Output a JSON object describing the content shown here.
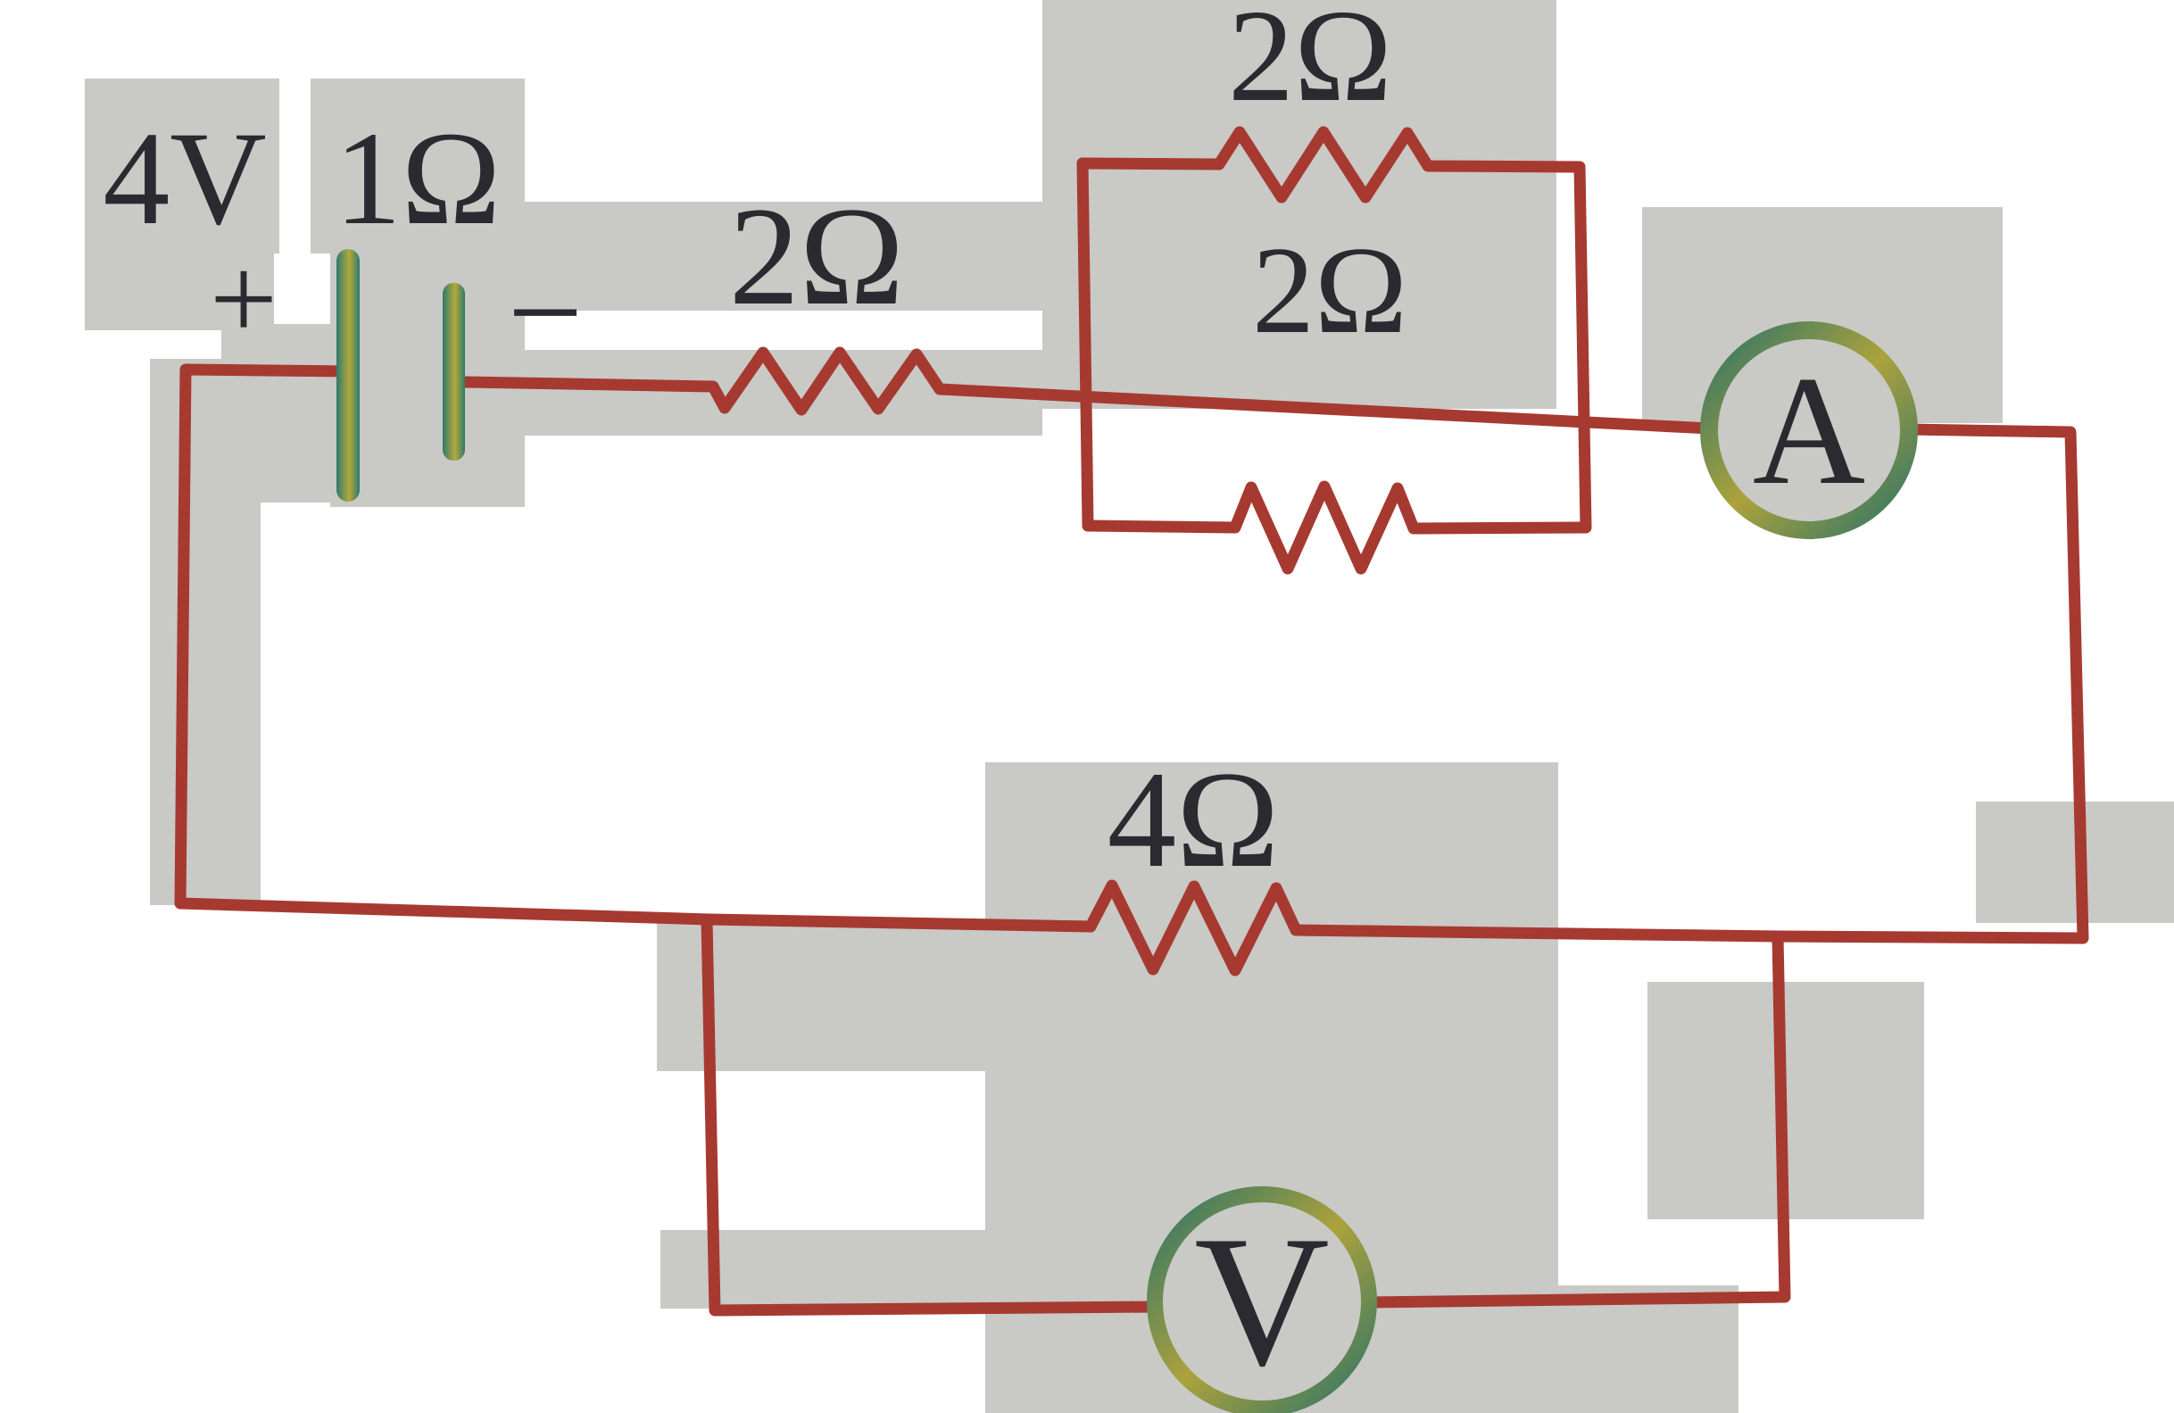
{
  "circuit": {
    "battery": {
      "emf": "4V",
      "internal_resistance": "1Ω",
      "positive_terminal": "+",
      "negative_terminal": "−"
    },
    "resistors": {
      "series": "2Ω",
      "parallel_top": "2Ω",
      "parallel_second": "2Ω",
      "load": "4Ω"
    },
    "meters": {
      "ammeter": "A",
      "voltmeter": "V"
    }
  },
  "colors": {
    "wire": "#a63a31",
    "meter_teal": "#2e7468",
    "meter_olive": "#aca23c",
    "plate_teal": "#2e7a6c",
    "plate_olive": "#b3a93c",
    "label": "#2b2a30",
    "blotch": "#c9c9c6",
    "background": "#ffffff"
  }
}
